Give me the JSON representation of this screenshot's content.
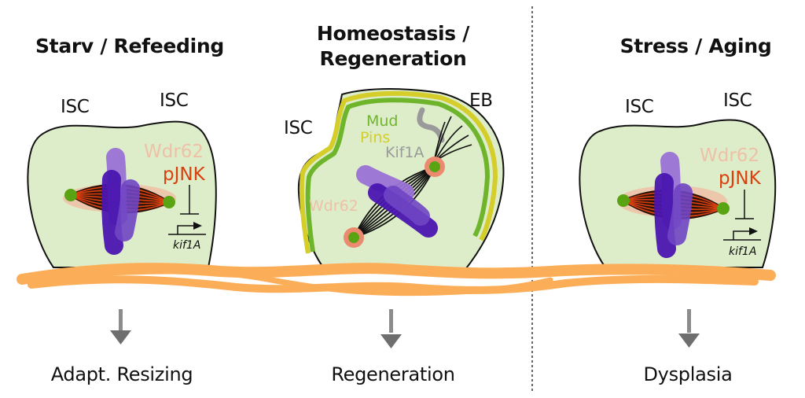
{
  "panels": [
    {
      "title": "Starv / Refeeding",
      "cell_labels": [
        "ISC",
        "ISC"
      ],
      "proteins": {
        "wdr62": "Wdr62",
        "pjnk": "pJNK",
        "gene": "kif1A"
      },
      "outcome": "Adapt. Resizing"
    },
    {
      "title_line1": "Homeostasis /",
      "title_line2": "Regeneration",
      "cell_labels": [
        "ISC",
        "EB"
      ],
      "proteins": {
        "mud": "Mud",
        "pins": "Pins",
        "kif1a": "Kif1A",
        "wdr62": "Wdr62"
      },
      "outcome": "Regeneration"
    },
    {
      "title": "Stress / Aging",
      "cell_labels": [
        "ISC",
        "ISC"
      ],
      "proteins": {
        "wdr62": "Wdr62",
        "pjnk": "pJNK",
        "gene": "kif1A"
      },
      "outcome": "Dysplasia"
    }
  ],
  "colors": {
    "cytoplasm": "#deedc9",
    "basement_membrane": "#fbad57",
    "mud": "#6fb52c",
    "pins": "#d4cd2a",
    "pjnk": "#d9400e",
    "wdr62": "#eec0a6",
    "kif1a": "#9a9a9a",
    "pole": "#5aa312",
    "pole_halo": "#ec8a70",
    "chromosome_light": "#9a72d6",
    "chromosome_mid": "#6f45c4",
    "chromosome_dark": "#4a16b0",
    "arrow": "#6e6e6e"
  }
}
